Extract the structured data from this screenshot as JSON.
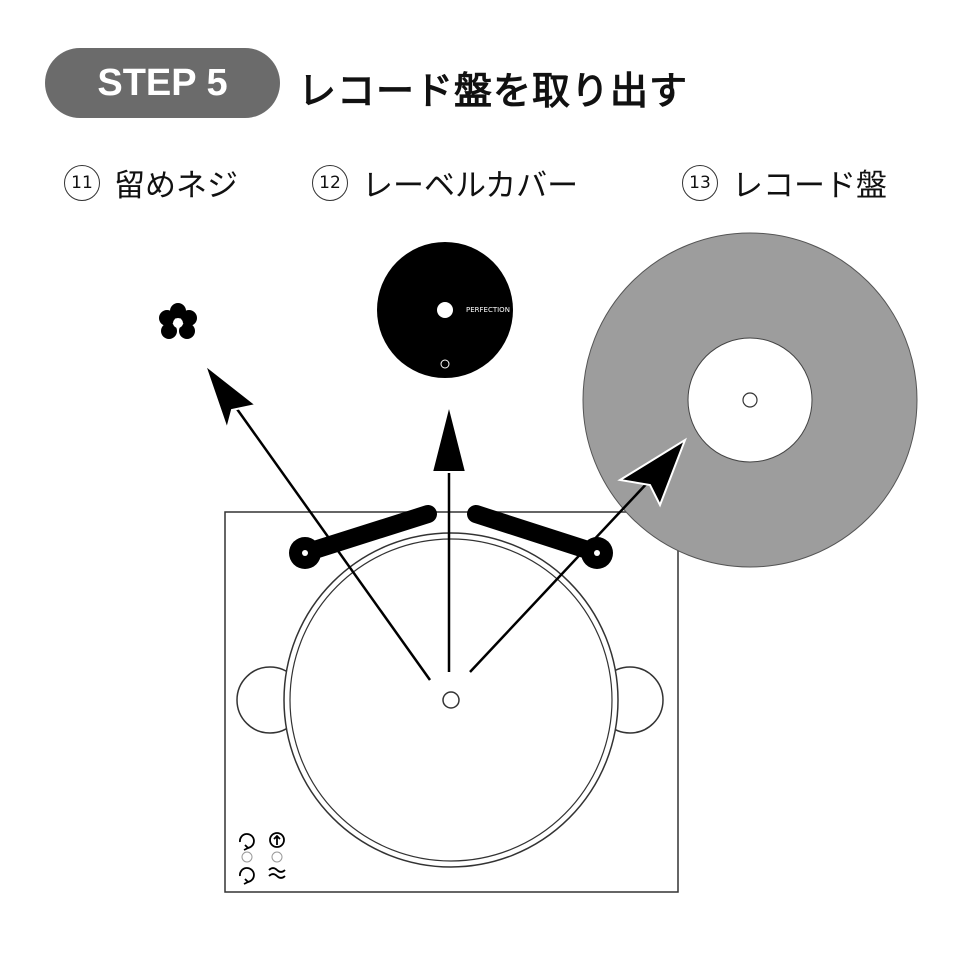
{
  "step": {
    "badge": "STEP 5",
    "title": "レコード盤を取り出す"
  },
  "parts": [
    {
      "number": "11",
      "name": "留めネジ"
    },
    {
      "number": "12",
      "name": "レーベルカバー"
    },
    {
      "number": "13",
      "name": "レコード盤"
    }
  ],
  "label_cover_text": "PERFECTION",
  "colors": {
    "badge": "#6b6b6b",
    "record": "#9d9d9d"
  }
}
